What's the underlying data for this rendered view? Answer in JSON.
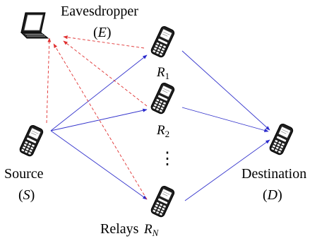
{
  "labels": {
    "eavesdropper": "Eavesdropper",
    "eavesdropper_symbol": "E",
    "source": "Source",
    "source_symbol": "S",
    "destination": "Destination",
    "destination_symbol": "D",
    "relays": "Relays",
    "relay_1": "R",
    "relay_1_sub": "1",
    "relay_2": "R",
    "relay_2_sub": "2",
    "relay_n": "R",
    "relay_n_sub": "N",
    "vertical_ellipsis": "⋮"
  },
  "colors": {
    "legitimate_link": "#3333cc",
    "eavesdrop_link": "#e03030",
    "device_fill": "#222222",
    "device_screen": "#ffffff"
  },
  "icons": {
    "eavesdropper": "laptop-icon",
    "nodes": "cell-phone-icon"
  }
}
